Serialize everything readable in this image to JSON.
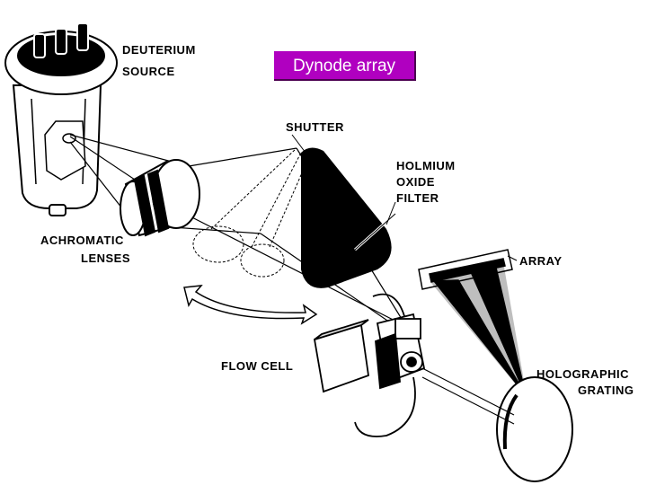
{
  "banner": {
    "text": "Dynode array",
    "background": "#b000c0"
  },
  "labels": {
    "deuterium": "DEUTERIUM",
    "source": "SOURCE",
    "shutter": "SHUTTER",
    "holmium": "HOLMIUM",
    "oxide": "OXIDE",
    "filter": "FILTER",
    "achromatic": "ACHROMATIC",
    "lenses": "LENSES",
    "array": "ARRAY",
    "flow_cell": "FLOW CELL",
    "holographic": "HOLOGRAPHIC",
    "grating": "GRATING"
  }
}
